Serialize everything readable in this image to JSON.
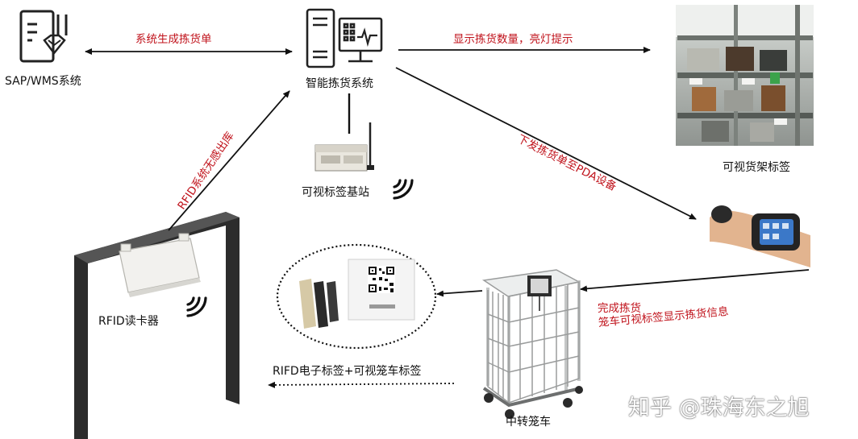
{
  "nodes": {
    "sap_wms": "SAP/WMS系统",
    "picking_system": "智能拣货系统",
    "visual_shelf_label": "可视货架标签",
    "visual_label_base_station": "可视标签基站",
    "rfid_reader": "RFID读卡器",
    "transfer_cage_cart": "中转笼车",
    "rfid_and_visual_cart_label": "RIFD电子标签+可视笼车标签"
  },
  "edges": {
    "generate_pick_order": "系统生成拣货单",
    "show_pick_qty_light": "显示拣货数量，亮灯提示",
    "send_pick_order_pda": "下发拣货单至PDA设备",
    "pick_done_line1": "完成拣货",
    "pick_done_line2": "笼车可视标签显示拣货信息",
    "rfid_outbound": "RFID系统无感出库"
  },
  "watermark": "知乎 @珠海东之旭",
  "colors": {
    "edge_label": "#c0121b",
    "line": "#111111"
  }
}
